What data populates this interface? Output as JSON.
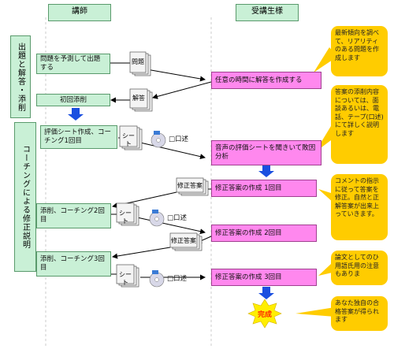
{
  "headers": {
    "lecturer": "講師",
    "student": "受講生様"
  },
  "side_labels": {
    "section1": "出題と解答・添削",
    "section2": "コーチングによる修正説明"
  },
  "lecturer_steps": {
    "predict": "問題を予測して出題する",
    "first_review": "初回添削",
    "eval_sheet": "評価シート作成、コーチング1回目",
    "coaching2": "添削、コーチング2回目",
    "coaching3": "添削、コーチング3回目"
  },
  "student_steps": {
    "answer": "任意の時間に解答を作成する",
    "analysis": "音声の評価シートを聞きいて敗因分析",
    "revision1": "修正答案の作成 1回目",
    "revision2": "修正答案の作成 2回目",
    "revision3": "修正答案の作成 3回目"
  },
  "documents": {
    "question": "問題",
    "answer": "解答",
    "sheet": "シート",
    "revised": "修正答案",
    "oral": "口述"
  },
  "complete": "完成",
  "notes": {
    "n1": "最新傾向を調べて、リアリティのある問題を作成します",
    "n2": "答案の添削内容については、面談あるいは、電話、テープ(口述)にて詳しく説明します",
    "n3": "コメントの指示に従って答案を修正。自然と正解答案が出来上っていきます。",
    "n4": "論文としてのひ用語氏用の注意もありま",
    "n5": "あなた独自の合格答案が得られます"
  },
  "colors": {
    "green_box": "#c9f0d6",
    "pink_box": "#ff88ee",
    "note": "#ffcc00",
    "arrow_blue": "#1a4fe0",
    "complete_red": "#ff2a00"
  }
}
